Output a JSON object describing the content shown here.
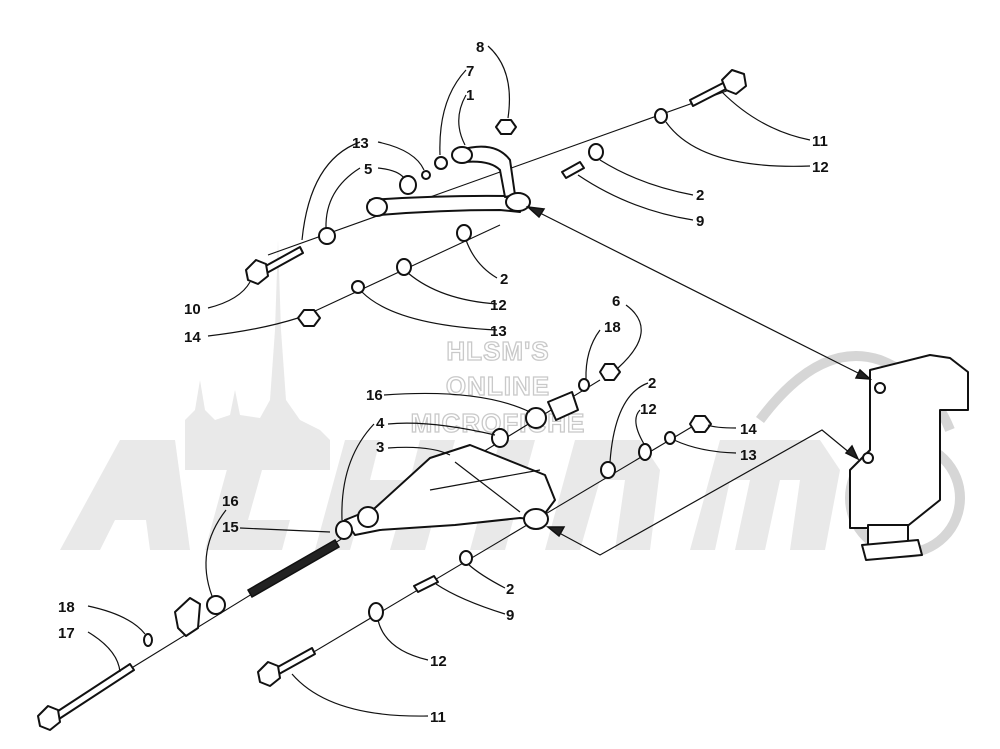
{
  "watermark": {
    "lines": [
      "HLSM'S",
      "ONLINE",
      "MICROFICHE"
    ],
    "logo_text": "Arctic Cat"
  },
  "callouts": [
    {
      "id": "c-8",
      "text": "8"
    },
    {
      "id": "c-7",
      "text": "7"
    },
    {
      "id": "c-1",
      "text": "1"
    },
    {
      "id": "c-13a",
      "text": "13"
    },
    {
      "id": "c-5",
      "text": "5"
    },
    {
      "id": "c-11a",
      "text": "11"
    },
    {
      "id": "c-12a",
      "text": "12"
    },
    {
      "id": "c-2a",
      "text": "2"
    },
    {
      "id": "c-9a",
      "text": "9"
    },
    {
      "id": "c-10",
      "text": "10"
    },
    {
      "id": "c-2b",
      "text": "2"
    },
    {
      "id": "c-12b",
      "text": "12"
    },
    {
      "id": "c-13b",
      "text": "13"
    },
    {
      "id": "c-14a",
      "text": "14"
    },
    {
      "id": "c-6",
      "text": "6"
    },
    {
      "id": "c-18a",
      "text": "18"
    },
    {
      "id": "c-16a",
      "text": "16"
    },
    {
      "id": "c-4",
      "text": "4"
    },
    {
      "id": "c-3",
      "text": "3"
    },
    {
      "id": "c-2c",
      "text": "2"
    },
    {
      "id": "c-12c",
      "text": "12"
    },
    {
      "id": "c-14b",
      "text": "14"
    },
    {
      "id": "c-13c",
      "text": "13"
    },
    {
      "id": "c-16b",
      "text": "16"
    },
    {
      "id": "c-15",
      "text": "15"
    },
    {
      "id": "c-18b",
      "text": "18"
    },
    {
      "id": "c-17",
      "text": "17"
    },
    {
      "id": "c-2d",
      "text": "2"
    },
    {
      "id": "c-9b",
      "text": "9"
    },
    {
      "id": "c-12d",
      "text": "12"
    },
    {
      "id": "c-11b",
      "text": "11"
    }
  ]
}
